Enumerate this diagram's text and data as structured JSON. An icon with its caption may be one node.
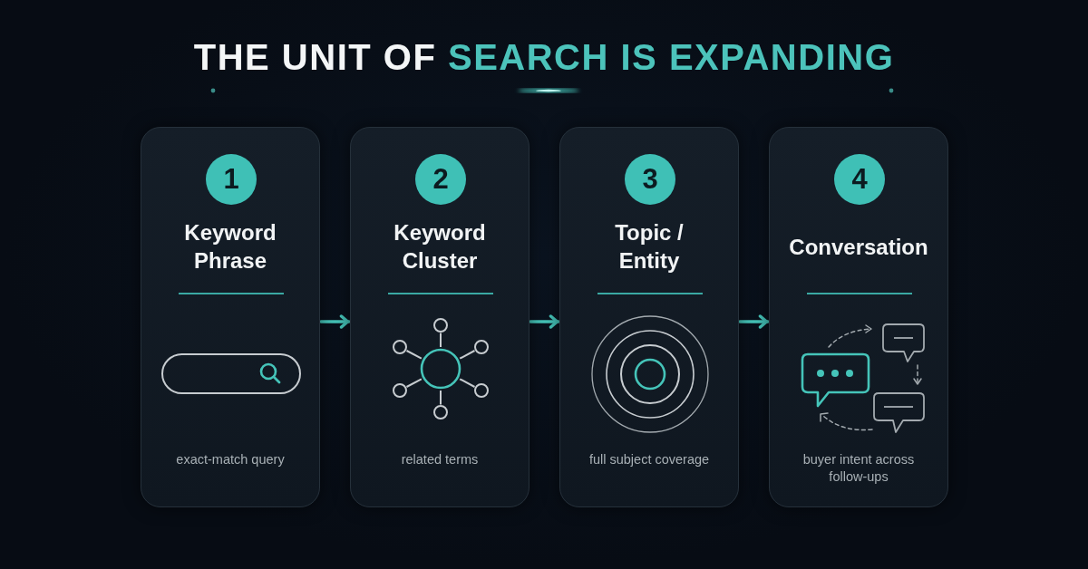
{
  "diagram": {
    "title": "THE UNIT OF **SEARCH IS EXPANDING**",
    "nodes": [
      {
        "text": [
          "Keyword Phrase",
          "exact-match query"
        ]
      },
      {
        "text": [
          "1"
        ],
        "in": 0
      },
      {
        "text": [
          "Keyword Cluster",
          "related terms"
        ]
      },
      {
        "text": [
          "2"
        ],
        "in": 2
      },
      {
        "text": [
          "Topic / Entity",
          "full subject coverage"
        ]
      },
      {
        "text": [
          "3"
        ],
        "in": 4
      },
      {
        "text": [
          "Conversation",
          "buyer intent across follow-ups"
        ]
      },
      {
        "text": [
          "4"
        ],
        "in": 6
      }
    ],
    "edges": [
      {
        "from": 0,
        "to": 2,
        "arrow": "to"
      },
      {
        "from": 2,
        "to": 4,
        "arrow": "to"
      },
      {
        "from": 4,
        "to": 6,
        "arrow": "to"
      }
    ]
  }
}
